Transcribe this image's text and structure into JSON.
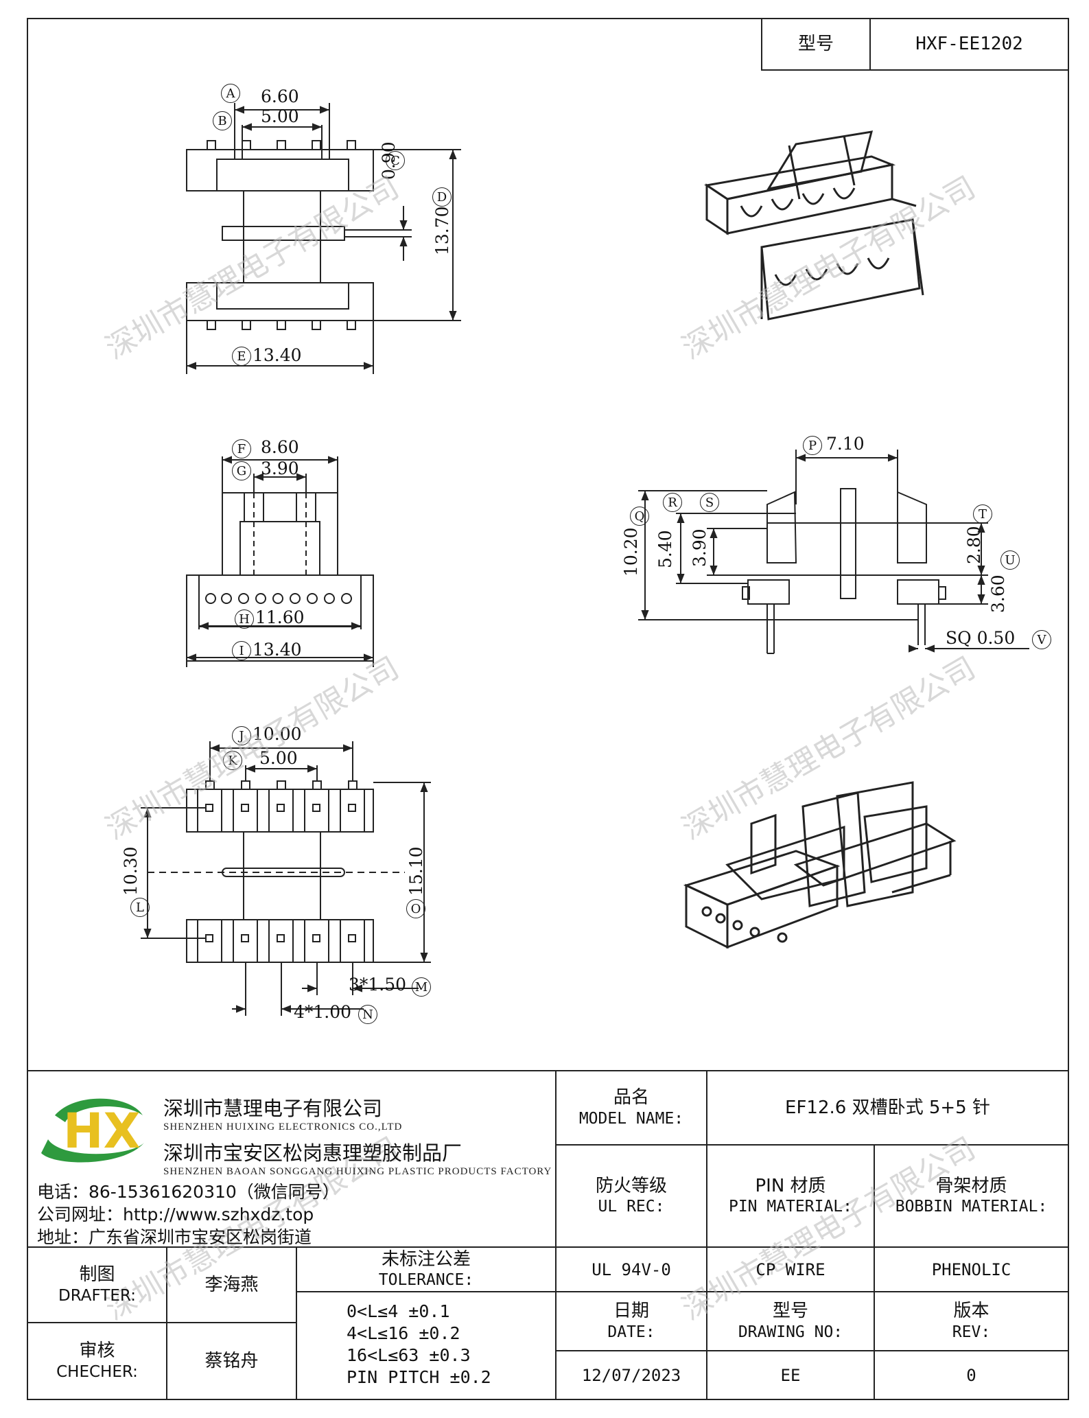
{
  "header": {
    "model_label": "型号",
    "model_value": "HXF-EE1202"
  },
  "watermark": "深圳市慧理电子有限公司",
  "drawing": {
    "dims_top": [
      "6.60",
      "5.00",
      "0.90",
      "13.70",
      "13.40"
    ],
    "refs_top": [
      "A",
      "B",
      "C",
      "D",
      "E"
    ],
    "dims_mid": [
      "8.60",
      "3.90",
      "11.60",
      "13.40"
    ],
    "refs_mid": [
      "F",
      "G",
      "H",
      "I"
    ],
    "dims_side": [
      "7.10",
      "10.20",
      "5.40",
      "3.90",
      "2.80",
      "3.60",
      "SQ 0.50"
    ],
    "refs_side": [
      "P",
      "Q",
      "R",
      "S",
      "T",
      "U",
      "V"
    ],
    "dims_bottom": [
      "10.00",
      "5.00",
      "10.30",
      "15.10",
      "3*1.50",
      "4*1.00"
    ],
    "refs_bottom": [
      "J",
      "K",
      "L",
      "O",
      "M",
      "N"
    ]
  },
  "company": {
    "logo_text": "HX",
    "name_cn": "深圳市慧理电子有限公司",
    "name_en": "SHENZHEN HUIXING ELECTRONICS CO.,LTD",
    "factory_cn": "深圳市宝安区松岗惠理塑胶制品厂",
    "factory_en": "SHENZHEN BAOAN SONGGANG HUIXING PLASTIC PRODUCTS FACTORY",
    "phone": "电话：86-15361620310（微信同号）",
    "website": "公司网址：http://www.szhxdz.top",
    "address": "地址：广东省深圳市宝安区松岗街道"
  },
  "titleblock": {
    "product_name_cn": "品名",
    "product_name_en": "MODEL NAME:",
    "product_name_value": "EF12.6 双槽卧式 5+5 针",
    "fire_cn": "防火等级",
    "fire_en": "UL REC:",
    "pin_cn": "PIN 材质",
    "pin_en": "PIN MATERIAL:",
    "bobbin_cn": "骨架材质",
    "bobbin_en": "BOBBIN MATERIAL:",
    "fire_value": "UL 94V-0",
    "pin_value": "CP WIRE",
    "bobbin_value": "PHENOLIC",
    "date_cn": "日期",
    "date_en": "DATE:",
    "drawing_no_cn": "型号",
    "drawing_no_en": "DRAWING NO:",
    "rev_cn": "版本",
    "rev_en": "REV:",
    "date_value": "12/07/2023",
    "drawing_no_value": "EE",
    "rev_value": "0",
    "drafter_cn": "制图",
    "drafter_en": "DRAFTER:",
    "drafter_value": "李海燕",
    "checker_cn": "审核",
    "checker_en": "CHECHER:",
    "checker_value": "蔡铭舟",
    "tolerance_cn": "未标注公差",
    "tolerance_en": "TOLERANCE:",
    "tolerance_lines": [
      "0<L≤4   ±0.1",
      "4<L≤16  ±0.2",
      "16<L≤63 ±0.3",
      "PIN PITCH ±0.2"
    ]
  },
  "colors": {
    "logo_green": "#2e9a3e",
    "logo_yellow": "#e8c020",
    "line": "#222222",
    "watermark": "#b9b9b9"
  }
}
